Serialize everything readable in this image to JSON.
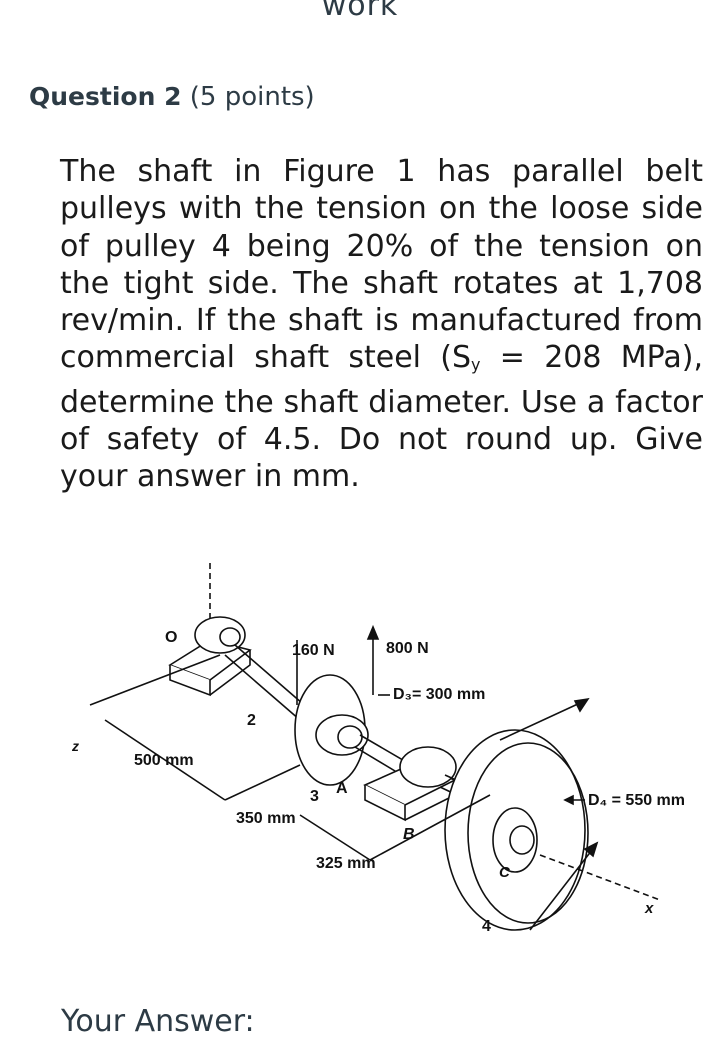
{
  "header_fragment": "work",
  "question": {
    "title": "Question 2",
    "points": "(5 points)",
    "text_part1": "The shaft in Figure 1 has parallel belt pulleys with the tension on the loose side of pulley 4 being 20% of the tension on the tight side. The shaft rotates at 1,708 rev/min. If the shaft is manufactured from commercial shaft steel (S",
    "text_sub": "y",
    "text_part2": " = 208 MPa), determine the shaft diameter. Use a factor of safety of 4.5. Do not round up. Give your answer in mm."
  },
  "figure": {
    "labels": {
      "origin": "O",
      "force_left": "160 N",
      "force_right": "800 N",
      "d3": "D₃= 300 mm",
      "pulley2": "2",
      "z_axis": "z",
      "dim_500": "500 mm",
      "point_3": "3",
      "point_a": "A",
      "d4": "D₄ = 550 mm",
      "dim_350": "350 mm",
      "point_b": "B",
      "dim_325": "325 mm",
      "point_c": "C",
      "x_axis": "x",
      "pulley4": "4"
    }
  },
  "answer_label": "Your Answer:"
}
